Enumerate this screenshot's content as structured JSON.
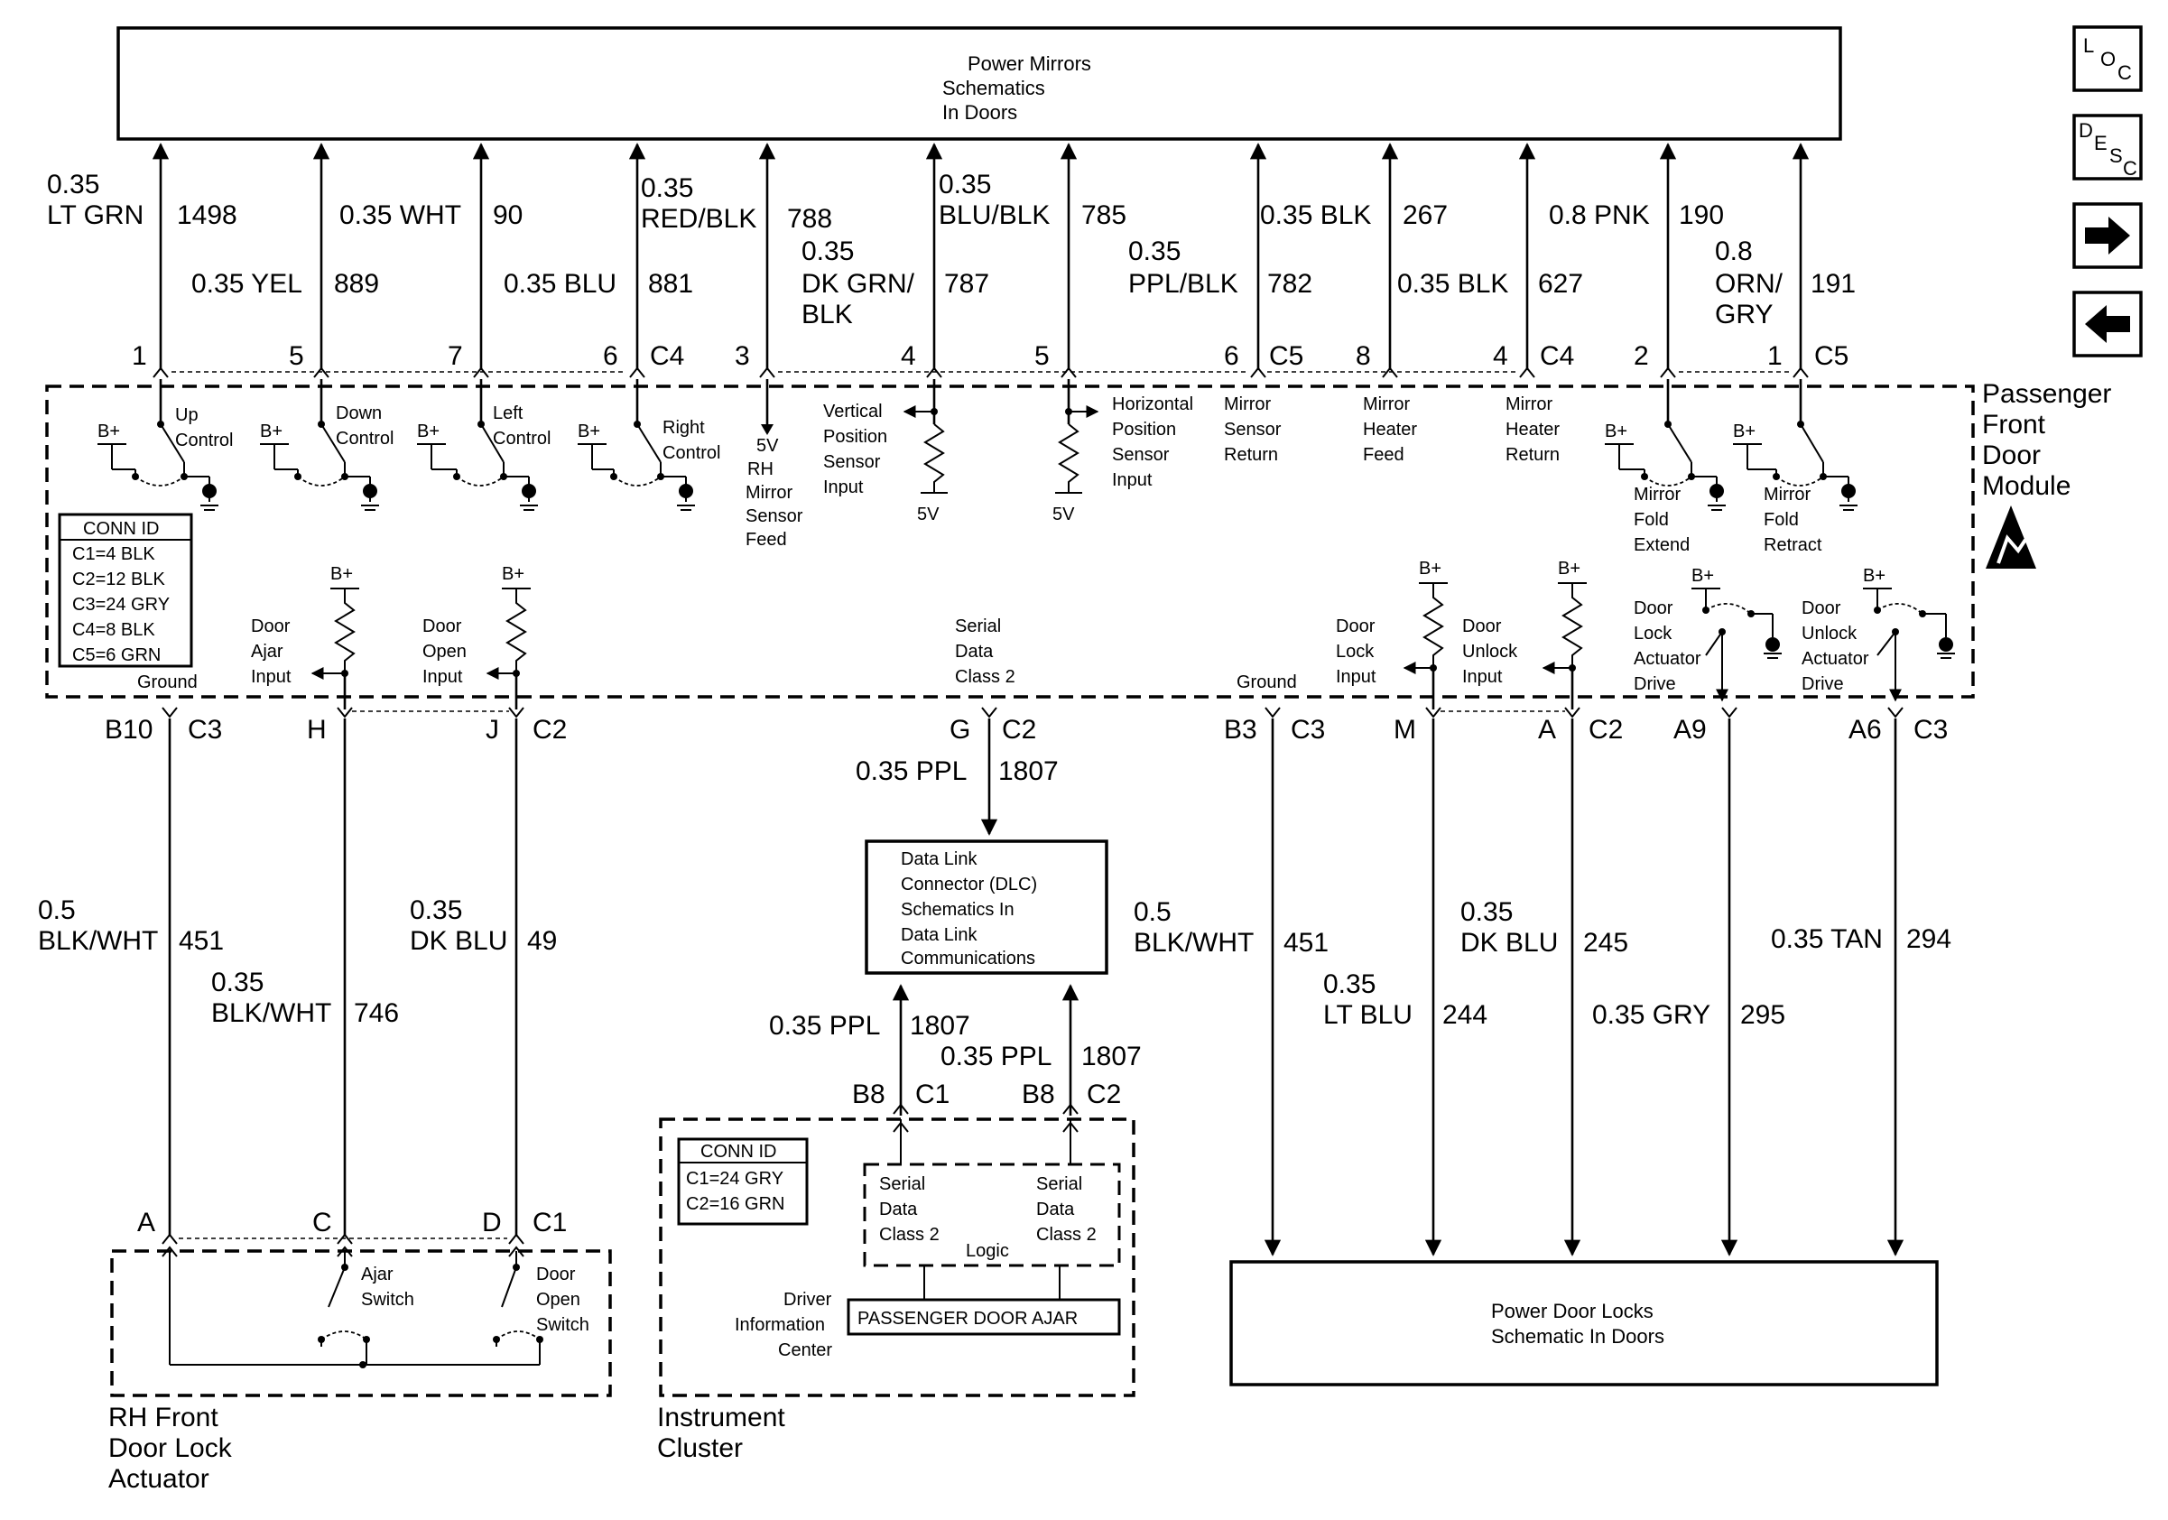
{
  "boxes": {
    "mirrors": [
      "Power Mirrors",
      "Schematics",
      "In Doors"
    ],
    "dlc": [
      "Data Link",
      "Connector (DLC)",
      "Schematics In",
      "Data Link",
      "Communications"
    ],
    "locks": [
      "Power Door Locks",
      "Schematic In Doors"
    ]
  },
  "modules": {
    "pfdm": [
      "Passenger",
      "Front",
      "Door",
      "Module"
    ],
    "actuator": [
      "RH Front",
      "Door Lock",
      "Actuator"
    ],
    "cluster": [
      "Instrument",
      "Cluster"
    ]
  },
  "conn_id_main": {
    "title": "CONN ID",
    "rows": [
      "C1=4 BLK",
      "C2=12 BLK",
      "C3=24 GRY",
      "C4=8 BLK",
      "C5=6 GRN"
    ]
  },
  "conn_id_cluster": {
    "title": "CONN ID",
    "rows": [
      "C1=24 GRY",
      "C2=16 GRN"
    ]
  },
  "nav": {
    "loc": [
      "L",
      "O",
      "C"
    ],
    "desc": [
      "D",
      "E",
      "S",
      "C"
    ],
    "next": "→",
    "prev": "←"
  },
  "top_wires": [
    {
      "gauge": "0.35",
      "color": "LT GRN",
      "circuit": "1498"
    },
    {
      "gauge": "0.35 YEL",
      "circuit": "889"
    },
    {
      "gauge": "0.35 WHT",
      "circuit": "90"
    },
    {
      "gauge": "0.35 BLU",
      "circuit": "881"
    },
    {
      "gauge": "0.35",
      "color": "RED/BLK",
      "circuit": "788"
    },
    {
      "gauge": "0.35",
      "color": "DK GRN/",
      "color2": "BLK",
      "circuit": "787"
    },
    {
      "gauge": "0.35",
      "color": "BLU/BLK",
      "circuit": "785"
    },
    {
      "gauge": "0.35",
      "color": "PPL/BLK",
      "circuit": "782"
    },
    {
      "gauge": "0.35 BLK",
      "circuit": "267"
    },
    {
      "gauge": "0.35 BLK",
      "circuit": "627"
    },
    {
      "gauge": "0.8 PNK",
      "circuit": "190"
    },
    {
      "gauge": "0.8",
      "color": "ORN/",
      "color2": "GRY",
      "circuit": "191"
    }
  ],
  "top_pins": [
    "1",
    "5",
    "7",
    "6",
    "3",
    "4",
    "5",
    "6",
    "8",
    "4",
    "2",
    "1"
  ],
  "top_conns": [
    "C4",
    "C5",
    "C4",
    "C5"
  ],
  "internal_top": {
    "b_plus": "B+",
    "up": [
      "Up",
      "Control"
    ],
    "down": [
      "Down",
      "Control"
    ],
    "left": [
      "Left",
      "Control"
    ],
    "right": [
      "Right",
      "Control"
    ],
    "rh_feed": [
      "5V",
      "RH",
      "Mirror",
      "Sensor",
      "Feed"
    ],
    "vertical": [
      "Vertical",
      "Position",
      "Sensor",
      "Input"
    ],
    "horizontal": [
      "Horizontal",
      "Position",
      "Sensor",
      "Input"
    ],
    "five_v": "5V",
    "sensor_return": [
      "Mirror",
      "Sensor",
      "Return"
    ],
    "heater_feed": [
      "Mirror",
      "Heater",
      "Feed"
    ],
    "heater_return": [
      "Mirror",
      "Heater",
      "Return"
    ],
    "fold_extend": [
      "Mirror",
      "Fold",
      "Extend"
    ],
    "fold_retract": [
      "Mirror",
      "Fold",
      "Retract"
    ]
  },
  "internal_bottom": {
    "ground": "Ground",
    "door_ajar": [
      "Door",
      "Ajar",
      "Input"
    ],
    "door_open": [
      "Door",
      "Open",
      "Input"
    ],
    "serial": [
      "Serial",
      "Data",
      "Class 2"
    ],
    "door_lock": [
      "Door",
      "Lock",
      "Input"
    ],
    "door_unlock": [
      "Door",
      "Unlock",
      "Input"
    ],
    "lock_actuator": [
      "Door",
      "Lock",
      "Actuator",
      "Drive"
    ],
    "unlock_actuator": [
      "Door",
      "Unlock",
      "Actuator",
      "Drive"
    ]
  },
  "bottom_pins": [
    "B10",
    "H",
    "J",
    "G",
    "B3",
    "M",
    "A",
    "A9",
    "A6"
  ],
  "bottom_conns": [
    "C3",
    "C2",
    "C2",
    "C3",
    "C2",
    "C3"
  ],
  "bottom_wires": {
    "w451a": {
      "gauge": "0.5",
      "color": "BLK/WHT",
      "circuit": "451"
    },
    "w746": {
      "gauge": "0.35",
      "color": "BLK/WHT",
      "circuit": "746"
    },
    "w49": {
      "gauge": "0.35",
      "color": "DK BLU",
      "circuit": "49"
    },
    "w1807a": {
      "label": "0.35 PPL",
      "circuit": "1807"
    },
    "w1807b": {
      "label": "0.35 PPL",
      "circuit": "1807"
    },
    "w1807c": {
      "label": "0.35 PPL",
      "circuit": "1807"
    },
    "w451b": {
      "gauge": "0.5",
      "color": "BLK/WHT",
      "circuit": "451"
    },
    "w244": {
      "gauge": "0.35",
      "color": "LT BLU",
      "circuit": "244"
    },
    "w245": {
      "gauge": "0.35",
      "color": "DK BLU",
      "circuit": "245"
    },
    "w295": {
      "label": "0.35 GRY",
      "circuit": "295"
    },
    "w294": {
      "label": "0.35 TAN",
      "circuit": "294"
    }
  },
  "actuator_pins": [
    "A",
    "C",
    "D",
    "C1"
  ],
  "actuator_labels": {
    "ajar": [
      "Ajar",
      "Switch"
    ],
    "open": [
      "Door",
      "Open",
      "Switch"
    ]
  },
  "cluster_pins": [
    "B8",
    "C1",
    "B8",
    "C2"
  ],
  "cluster_labels": {
    "serial": [
      "Serial",
      "Data",
      "Class 2"
    ],
    "logic": "Logic",
    "dic": [
      "Driver",
      "Information",
      "Center"
    ],
    "message": "PASSENGER DOOR AJAR"
  }
}
